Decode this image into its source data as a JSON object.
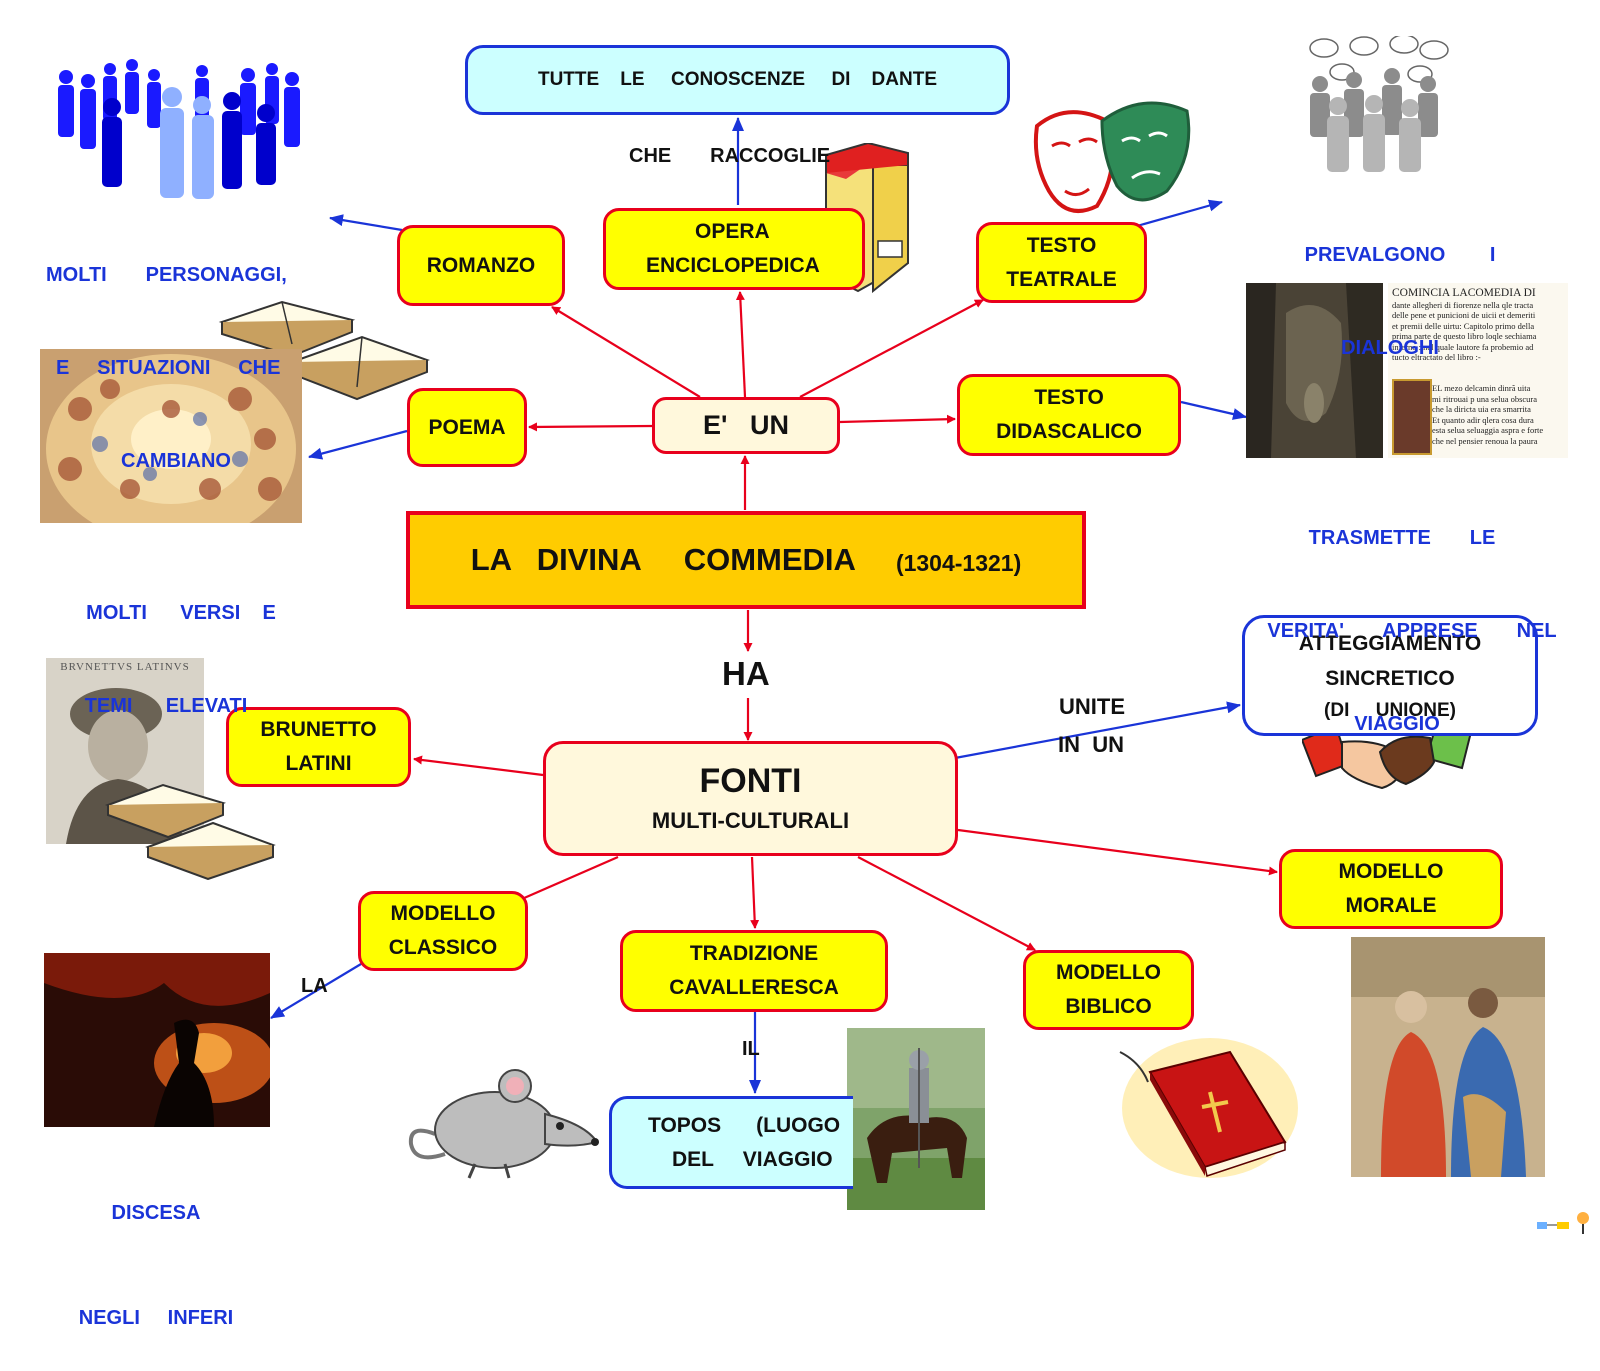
{
  "colors": {
    "red_border": "#e8001c",
    "blue_link": "#1a34d8",
    "yellow_fill": "#ffff00",
    "main_fill": "#ffcc00",
    "cream_fill": "#fff8dc",
    "cyan_fill": "#ccffff"
  },
  "main": {
    "title": "LA   DIVINA     COMMEDIA",
    "years": "(1304-1321)"
  },
  "eun": "E'   UN",
  "ha": "HA",
  "fonti": {
    "title": "FONTI",
    "subtitle": "MULTI-CULTURALI"
  },
  "nodes": {
    "romanzo": "ROMANZO",
    "poema": "POEMA",
    "opera": {
      "l1": "OPERA",
      "l2": "ENCICLOPEDICA"
    },
    "testo_teatrale": {
      "l1": "TESTO",
      "l2": "TEATRALE"
    },
    "testo_didascalico": {
      "l1": "TESTO",
      "l2": "DIDASCALICO"
    },
    "conoscenze": "TUTTE    LE     CONOSCENZE     DI    DANTE",
    "brunetto": {
      "l1": "BRUNETTO",
      "l2": "LATINI"
    },
    "atteggiamento": {
      "l1": "ATTEGGIAMENTO",
      "l2": "SINCRETICO",
      "l3": "(DI     UNIONE)"
    },
    "modello_classico": {
      "l1": "MODELLO",
      "l2": "CLASSICO"
    },
    "tradizione": {
      "l1": "TRADIZIONE",
      "l2": "CAVALLERESCA"
    },
    "modello_biblico": {
      "l1": "MODELLO",
      "l2": "BIBLICO"
    },
    "modello_morale": {
      "l1": "MODELLO",
      "l2": "MORALE"
    },
    "topos": {
      "l1": "TOPOS      (LUOGO",
      "l2": "DEL     VIAGGIO"
    }
  },
  "link_labels": {
    "che_raccoglie": "CHE       RACCOGLIE",
    "unite": "UNITE",
    "in_un": "IN  UN",
    "la": "LA",
    "il": "IL"
  },
  "blue_texts": {
    "personaggi": [
      "MOLTI       PERSONAGGI,",
      "E     SITUAZIONI     CHE",
      "CAMBIANO"
    ],
    "dialoghi": [
      "PREVALGONO        I",
      "DIALOGHI"
    ],
    "verita": [
      "TRASMETTE       LE",
      "VERITA'       APPRESE       NEL",
      "VIAGGIO"
    ],
    "versi": [
      "MOLTI      VERSI    E",
      "TEMI      ELEVATI"
    ],
    "discesa": [
      "DISCESA",
      "NEGLI     INFERI"
    ]
  },
  "manuscript": [
    "COMINCIA LACOMEDIA DI",
    "dante allegheri di fiorenze nella qle tracta",
    "delle pene et punicioni de uicii et demeriti",
    "et premii delle uirtu: Capitolo primo della",
    "prima parte de questo libro loqle sechiama",
    "inferno : nel quale lautore fa probemio ad",
    "tucto eltractato del libro :-"
  ],
  "manuscript2": [
    "EL mezo delcamin dinrã uita",
    "mi ritrouai p una selua obscura",
    "che la diricta uia era smarrita",
    "Et quanto adir qlera cosa dura",
    "esta selua seluaggia aspra e forte",
    "che nel pensier renoua la paura"
  ],
  "portrait_caption": "BRVNETTVS LATINVS",
  "icons": [
    "people-crowd-icon",
    "talking-people-icon",
    "theatre-masks-icon",
    "books-icon",
    "folder-box-icon",
    "handshake-icon",
    "mouse-icon",
    "bible-icon",
    "cmap-logo-icon"
  ]
}
